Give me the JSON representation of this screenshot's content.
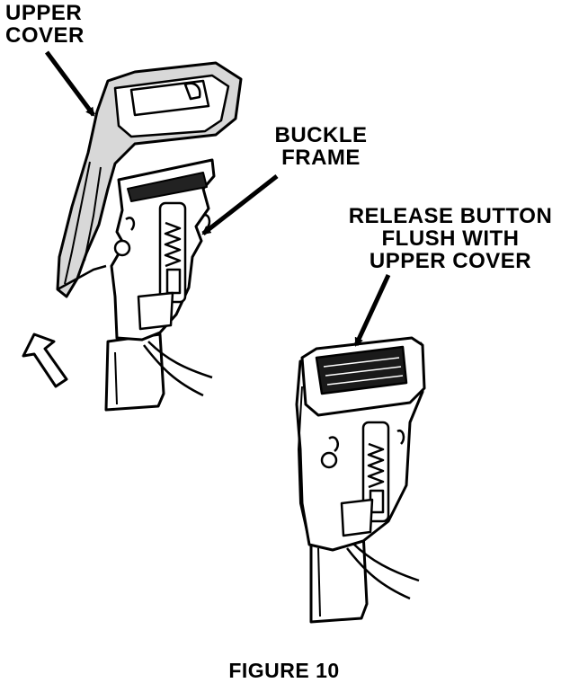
{
  "labels": {
    "upper_cover": [
      "UPPER",
      "COVER"
    ],
    "buckle_frame": [
      "BUCKLE",
      "FRAME"
    ],
    "release_button": [
      "RELEASE BUTTON",
      "FLUSH WITH",
      "UPPER COVER"
    ]
  },
  "caption": "FIGURE 10",
  "colors": {
    "ink": "#000000",
    "paper": "#ffffff",
    "shade": "#d8d8d8"
  }
}
